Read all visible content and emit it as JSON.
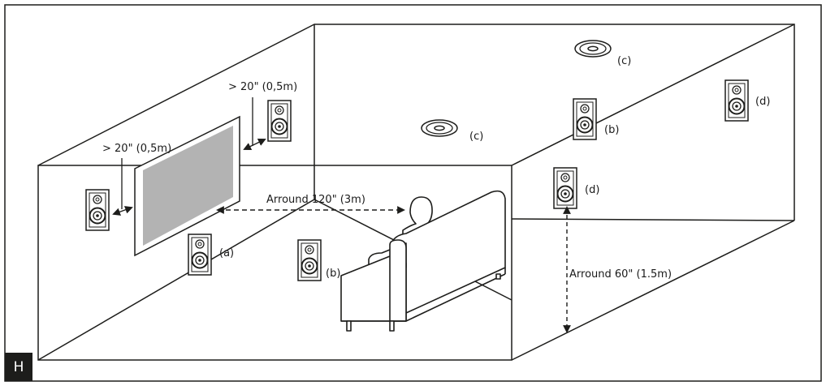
{
  "corner_label": "H",
  "labels": {
    "gap_left": "> 20\" (0,5m)",
    "gap_right": "> 20\" (0,5m)",
    "distance_to_listener": "Arround 120\" (3m)",
    "height_from_floor": "Arround 60\" (1.5m)",
    "front_center": "(a)",
    "surround_left": "(b)",
    "surround_right": "(b)",
    "ceiling_front": "(c)",
    "ceiling_rear": "(c)",
    "side_rear": "(d)",
    "side_front": "(d)"
  },
  "colors": {
    "line": "#1d1d1b",
    "screen_fill": "#b3b3b3",
    "badge": "#1d1d1b"
  }
}
